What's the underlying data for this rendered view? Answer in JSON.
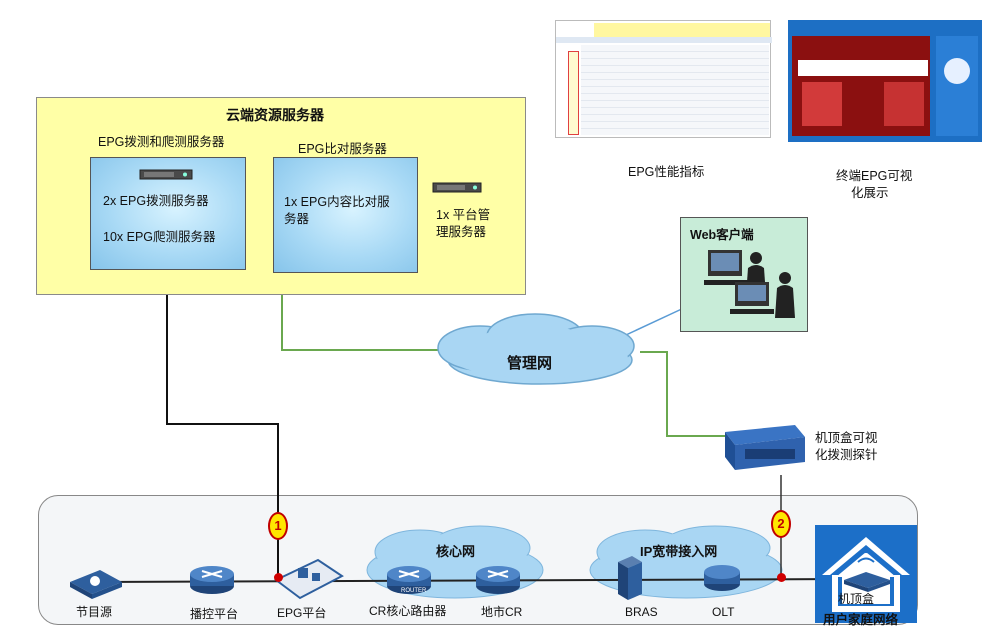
{
  "cloud_server": {
    "title": "云端资源服务器",
    "probe_group_label": "EPG拨测和爬测服务器",
    "probe_line1": "2x EPG拨测服务器",
    "probe_line2": "10x EPG爬测服务器",
    "compare_group_label": "EPG比对服务器",
    "compare_line1": "1x EPG内容比对服",
    "compare_line2": "务器",
    "platform_line1": "1x 平台管",
    "platform_line2": "理服务器"
  },
  "mgmt_net": {
    "label": "管理网"
  },
  "web_client": {
    "label": "Web客户端"
  },
  "probe_device": {
    "line1": "机顶盒可视",
    "line2": "化拨测探针"
  },
  "screenshots": {
    "perf_caption": "EPG性能指标",
    "terminal_caption_line1": "终端EPG可视",
    "terminal_caption_line2": "化展示"
  },
  "network": {
    "core_label": "核心网",
    "broadband_label": "IP宽带接入网",
    "home_label": "用户家庭网络",
    "nodes": {
      "source": "节目源",
      "playout": "播控平台",
      "epg": "EPG平台",
      "cr_core": "CR核心路由器",
      "city_cr": "地市CR",
      "bras": "BRAS",
      "olt": "OLT",
      "stb": "机顶盒",
      "router_tag": "ROUTER"
    },
    "badge1": "1",
    "badge2": "2"
  },
  "colors": {
    "yellow_box": "#ffffa6",
    "blue_box": "#a8d9f5",
    "green_line": "#6aa84f",
    "cloud": "#a9d6f3",
    "router": "#2e5f9e",
    "badge_fill": "#ffe600",
    "badge_border": "#c00000"
  }
}
